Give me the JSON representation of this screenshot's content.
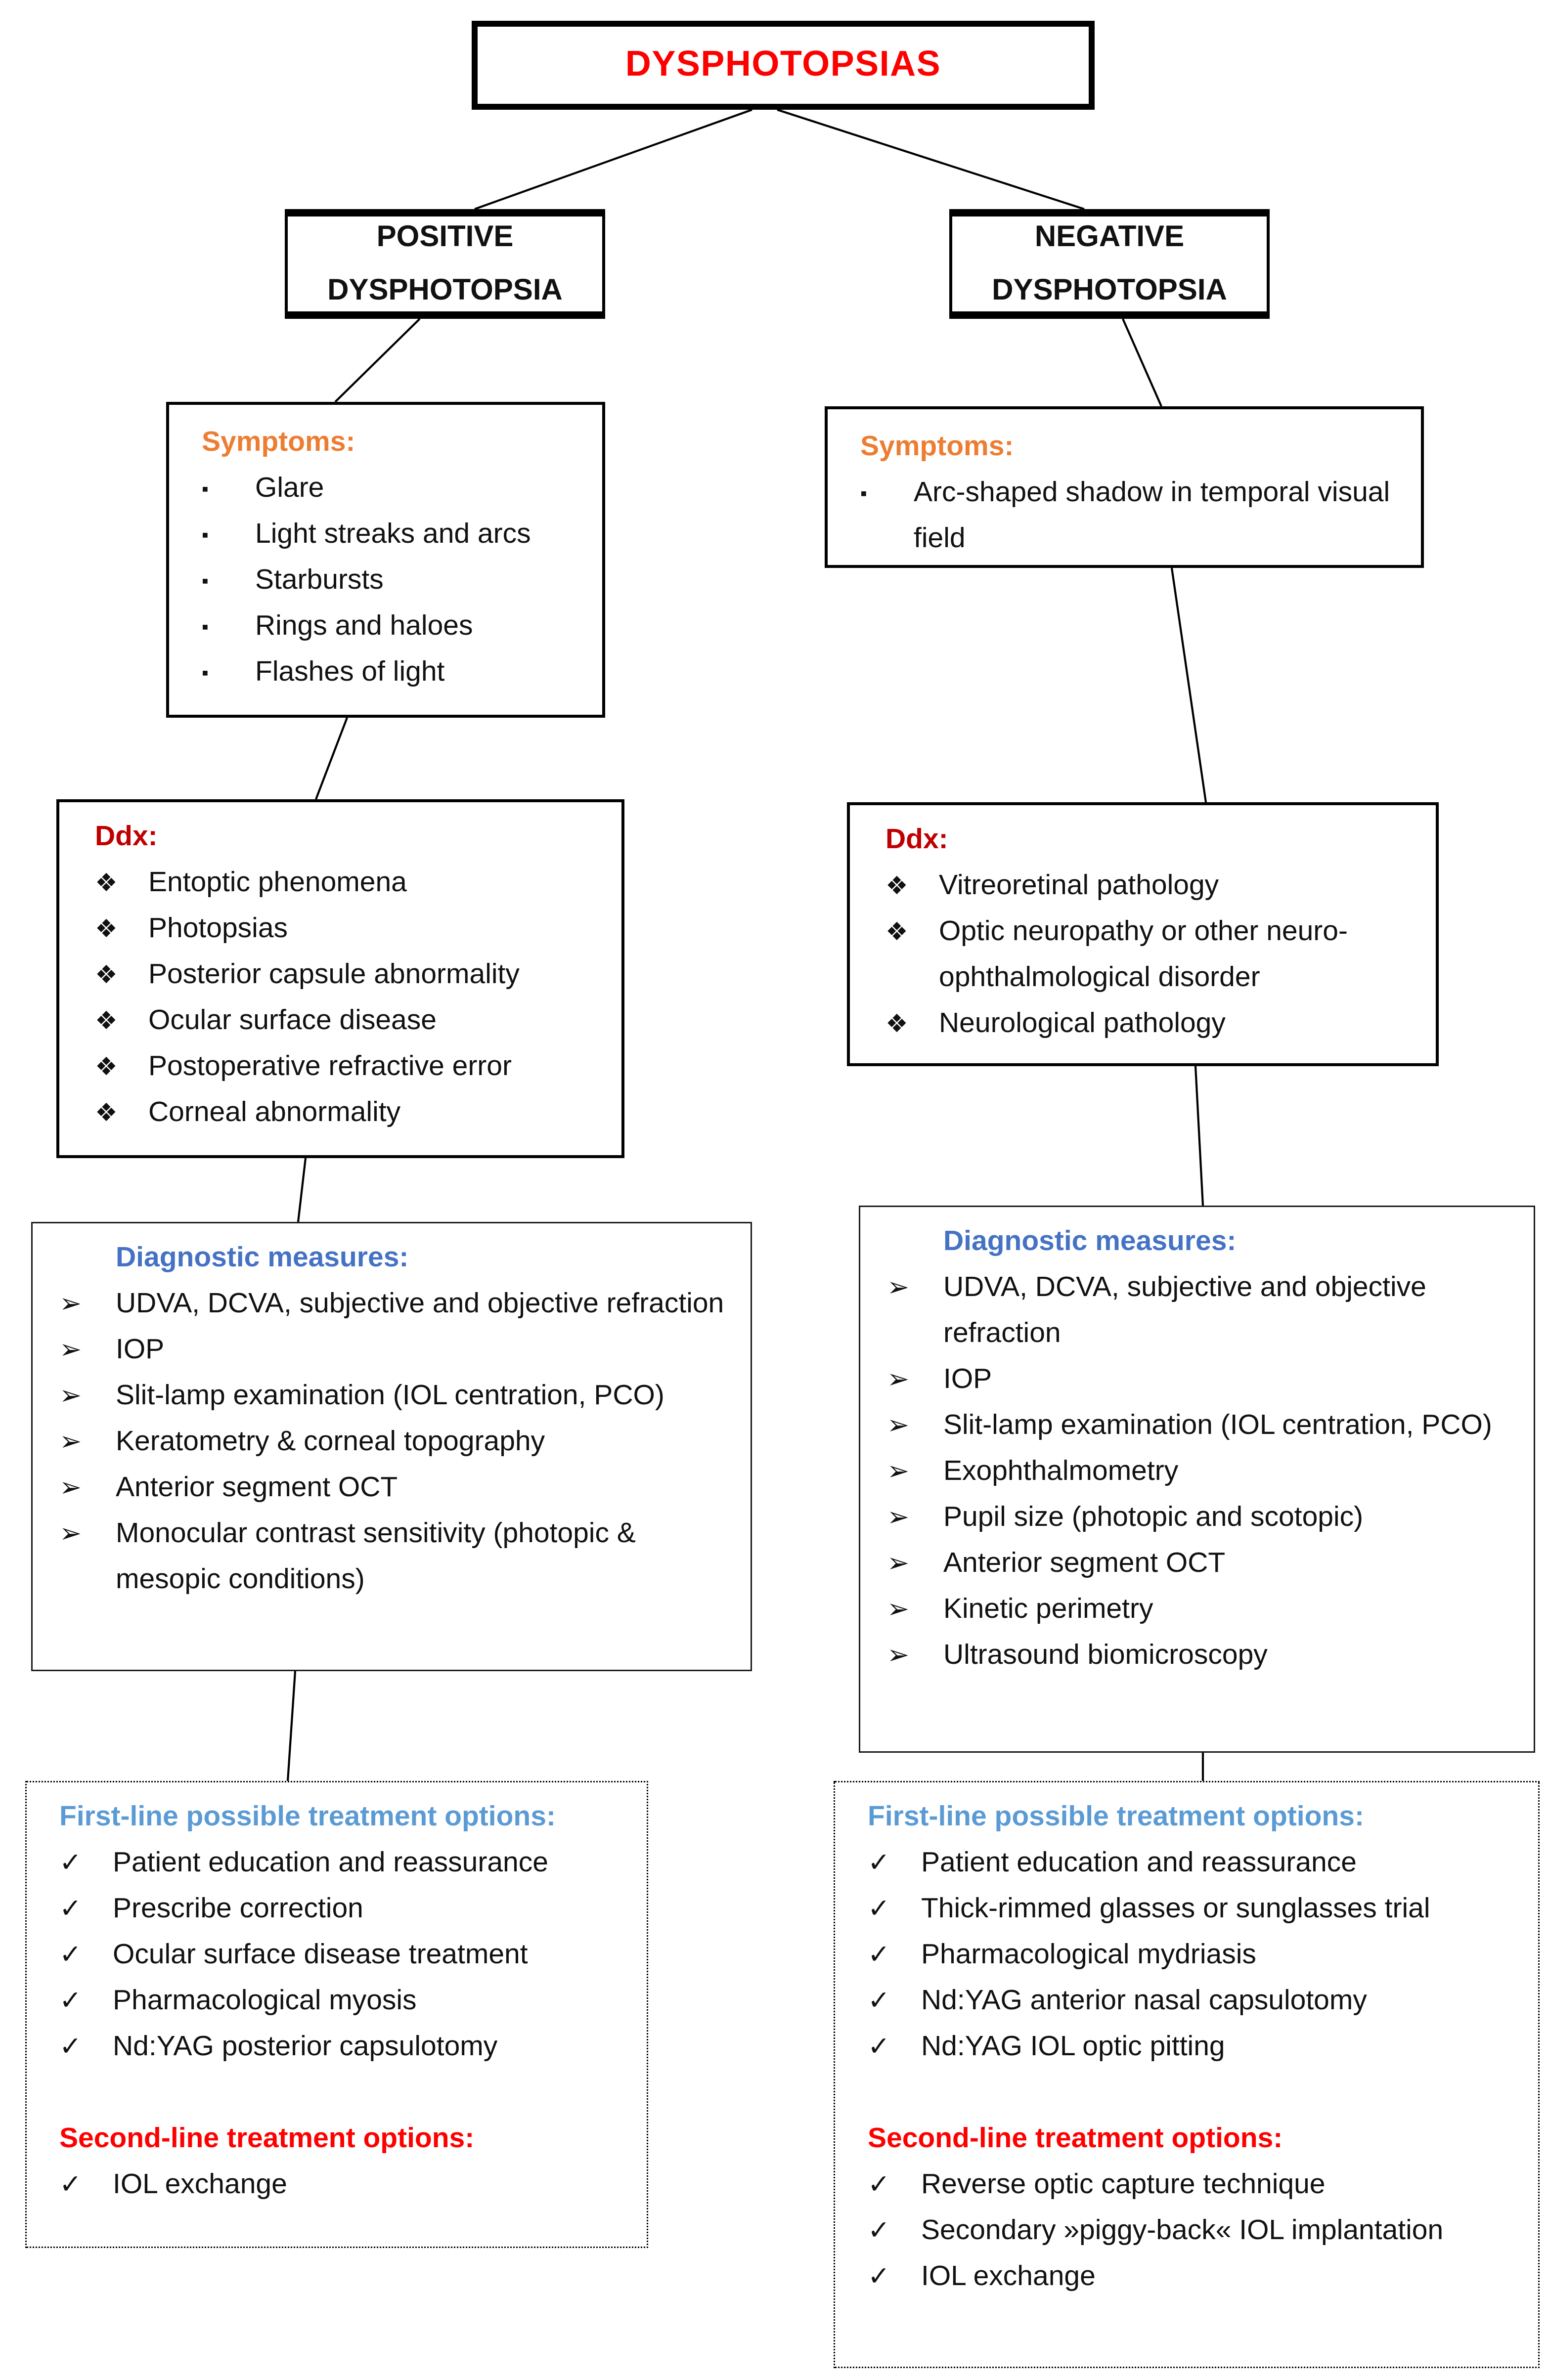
{
  "title": "DYSPHOTOPSIAS",
  "colors": {
    "title_red": "#FF0000",
    "symptoms_orange": "#ED7D31",
    "ddx_dark_red": "#C00000",
    "diagnostic_blue": "#4472C4",
    "first_line_blue": "#5B9BD5",
    "second_line_red": "#FF0000",
    "text_black": "#111111",
    "border_black": "#000000",
    "background": "#FFFFFF"
  },
  "bullets": {
    "symptom": "▪",
    "ddx": "❖",
    "diagnostic": "➢",
    "treatment": "✓"
  },
  "branches": [
    {
      "name": "POSITIVE DYSPHOTOPSIA",
      "symptoms": {
        "header": "Symptoms:",
        "items": [
          "Glare",
          "Light streaks and arcs",
          "Starbursts",
          "Rings and haloes",
          "Flashes of light"
        ]
      },
      "ddx": {
        "header": "Ddx:",
        "items": [
          "Entoptic phenomena",
          "Photopsias",
          "Posterior capsule abnormality",
          "Ocular surface disease",
          "Postoperative refractive error",
          "Corneal abnormality"
        ]
      },
      "diagnostics": {
        "header": "Diagnostic measures:",
        "items": [
          "UDVA, DCVA, subjective and objective refraction",
          "IOP",
          "Slit-lamp examination (IOL centration, PCO)",
          "Keratometry & corneal topography",
          "Anterior segment OCT",
          "Monocular contrast sensitivity (photopic & mesopic conditions)"
        ]
      },
      "treatment": {
        "first_line": {
          "header": "First-line possible treatment options:",
          "items": [
            "Patient education and reassurance",
            "Prescribe correction",
            "Ocular surface disease treatment",
            "Pharmacological myosis",
            "Nd:YAG posterior capsulotomy"
          ]
        },
        "second_line": {
          "header": "Second-line treatment options:",
          "items": [
            "IOL exchange"
          ]
        }
      }
    },
    {
      "name": "NEGATIVE DYSPHOTOPSIA",
      "symptoms": {
        "header": "Symptoms:",
        "items": [
          "Arc-shaped shadow in temporal visual field"
        ]
      },
      "ddx": {
        "header": "Ddx:",
        "items": [
          "Vitreoretinal pathology",
          "Optic neuropathy or other neuro-ophthalmological disorder",
          "Neurological pathology"
        ]
      },
      "diagnostics": {
        "header": "Diagnostic measures:",
        "items": [
          "UDVA, DCVA, subjective and objective refraction",
          "IOP",
          "Slit-lamp examination (IOL centration, PCO)",
          "Exophthalmometry",
          "Pupil size (photopic and scotopic)",
          "Anterior segment OCT",
          "Kinetic perimetry",
          "Ultrasound biomicroscopy"
        ]
      },
      "treatment": {
        "first_line": {
          "header": "First-line possible treatment options:",
          "items": [
            "Patient education and reassurance",
            "Thick-rimmed glasses or sunglasses trial",
            "Pharmacological mydriasis",
            "Nd:YAG anterior nasal capsulotomy",
            "Nd:YAG IOL optic pitting"
          ]
        },
        "second_line": {
          "header": "Second-line treatment options:",
          "items": [
            "Reverse optic capture technique",
            "Secondary »piggy-back« IOL implantation",
            "IOL exchange"
          ]
        }
      }
    }
  ]
}
